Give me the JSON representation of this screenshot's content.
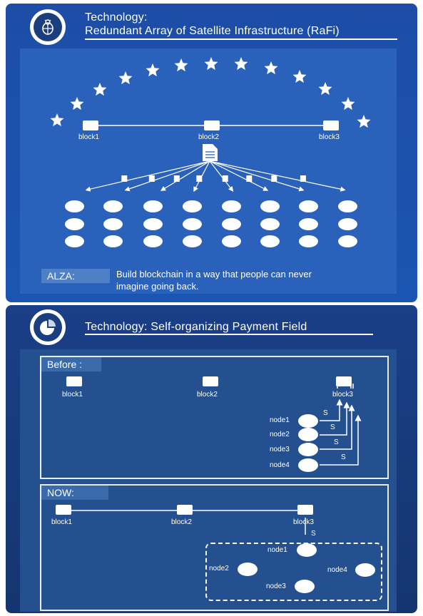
{
  "section1": {
    "title_line1": "Technology:",
    "title_line2": "Redundant Array of Satellite Infrastructure (RaFi)",
    "blocks": [
      "block1",
      "block2",
      "block3"
    ],
    "alza_label": "ALZA:",
    "alza_text_line1": "Build blockchain in a way that people can never",
    "alza_text_line2": "imagine going back.",
    "icon": "bug-icon"
  },
  "section2": {
    "title": "Technology: Self-organizing Payment Field",
    "icon": "pie-chart-icon",
    "before": {
      "tag": "Before :",
      "blocks": [
        "block1",
        "block2",
        "block3"
      ],
      "nodes": [
        "node1",
        "node2",
        "node3",
        "node4"
      ],
      "pay_symbol": "S"
    },
    "now": {
      "tag": "NOW:",
      "blocks": [
        "block1",
        "block2",
        "block3"
      ],
      "nodes": [
        "node1",
        "node2",
        "node4",
        "node3"
      ],
      "pay_symbol": "S"
    }
  },
  "colors": {
    "card1": "#1d4da6",
    "card2": "#1a3f87",
    "panel1": "#2a61ba",
    "panel2": "#24508f",
    "accent": "#ffffff"
  }
}
